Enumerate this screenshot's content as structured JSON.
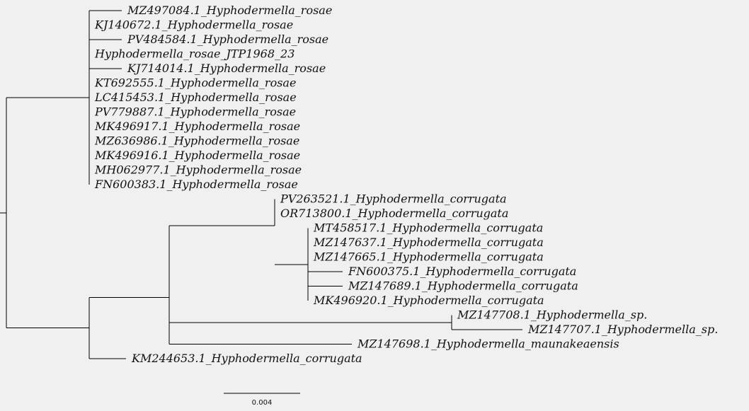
{
  "diagram": {
    "type": "phylogenetic-tree",
    "line_color": "#000000",
    "background": "#f0f0f0",
    "leaves": [
      "MZ497084.1_Hyphodermella_rosae",
      "KJ140672.1_Hyphodermella_rosae",
      "PV484584.1_Hyphodermella_rosae",
      "Hyphodermella_rosae_JTP1968_23",
      "KJ714014.1_Hyphodermella_rosae",
      "KT692555.1_Hyphodermella_rosae",
      "LC415453.1_Hyphodermella_rosae",
      "PV779887.1_Hyphodermella_rosae",
      "MK496917.1_Hyphodermella_rosae",
      "MZ636986.1_Hyphodermella_rosae",
      "MK496916.1_Hyphodermella_rosae",
      "MH062977.1_Hyphodermella_rosae",
      "FN600383.1_Hyphodermella_rosae",
      "PV263521.1_Hyphodermella_corrugata",
      "OR713800.1_Hyphodermella_corrugata",
      "MT458517.1_Hyphodermella_corrugata",
      "MZ147637.1_Hyphodermella_corrugata",
      "MZ147665.1_Hyphodermella_corrugata",
      "FN600375.1_Hyphodermella_corrugata",
      "MZ147689.1_Hyphodermella_corrugata",
      "MK496920.1_Hyphodermella_corrugata",
      "MZ147708.1_Hyphodermella_sp.",
      "MZ147707.1_Hyphodermella_sp.",
      "MZ147698.1_Hyphodermella_maunakeaensis",
      "KM244653.1_Hyphodermella_corrugata"
    ],
    "scale_bar": {
      "label": "0.004",
      "length": 0.004
    }
  }
}
